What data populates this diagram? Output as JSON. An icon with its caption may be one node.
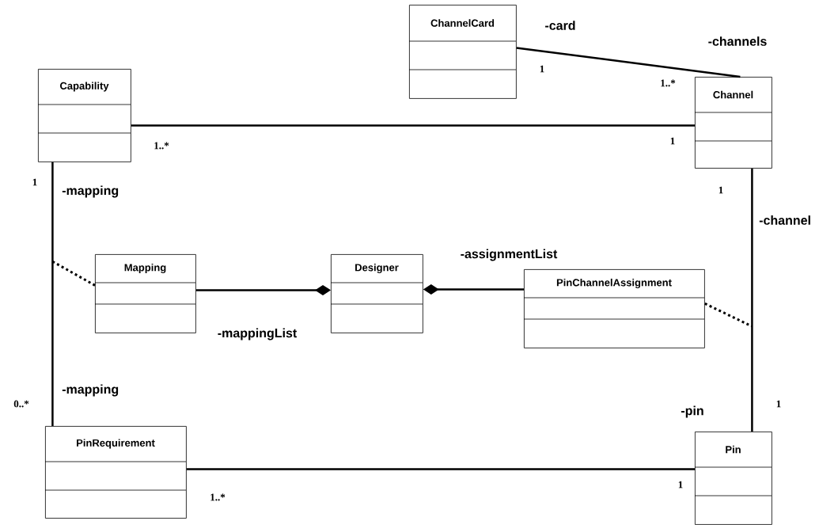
{
  "diagram": {
    "nodes": [
      {
        "text": [
          "ChannelCard"
        ]
      },
      {
        "text": [
          "Capability"
        ]
      },
      {
        "text": [
          "Channel"
        ]
      },
      {
        "text": [
          "Mapping"
        ]
      },
      {
        "text": [
          "Designer"
        ]
      },
      {
        "text": [
          "PinChannelAssignment"
        ]
      },
      {
        "text": [
          "PinRequirement"
        ]
      },
      {
        "text": [
          "Pin"
        ]
      }
    ],
    "edges": [
      {
        "from": 0,
        "to": 2,
        "arrow": "none"
      },
      {
        "from": 1,
        "to": 2,
        "arrow": "none"
      },
      {
        "from": 1,
        "to": 6,
        "arrow": "none"
      },
      {
        "from": 3,
        "to": 4,
        "arrow": "other"
      },
      {
        "from": 5,
        "to": 4,
        "arrow": "other"
      },
      {
        "from": 2,
        "to": 7,
        "arrow": "none"
      },
      {
        "from": 6,
        "to": 7,
        "arrow": "none"
      },
      {
        "from": 3,
        "to": null,
        "arrow": "none",
        "style": "dashed"
      },
      {
        "from": 5,
        "to": null,
        "arrow": "none",
        "style": "dashed"
      }
    ],
    "labels": [
      "-card",
      "-channels",
      "1",
      "1..*",
      "1..*",
      "1",
      "1",
      "-mapping",
      "1",
      "-channel",
      "-assignmentList",
      "-mappingList",
      "-mapping",
      "0..*",
      "1",
      "-pin",
      "1",
      "1..*"
    ]
  }
}
